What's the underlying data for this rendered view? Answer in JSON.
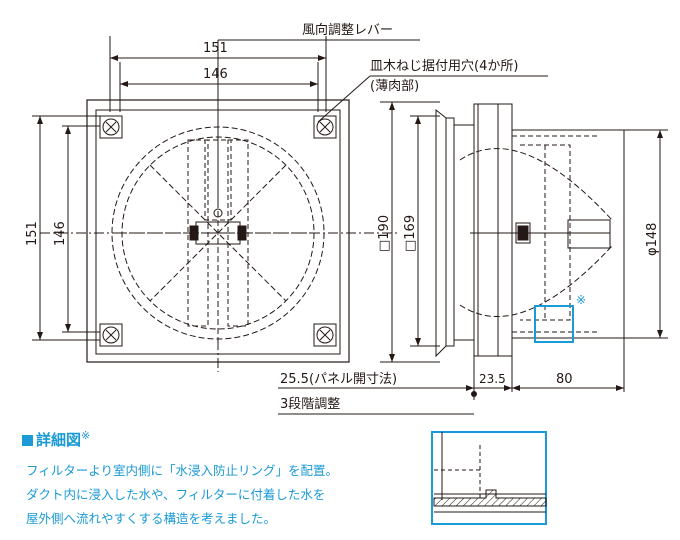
{
  "labels": {
    "lever": "風向調整レバー",
    "screw_hole": "皿木ねじ据付用穴(4か所)",
    "thin_part": "(薄肉部)",
    "asterisk": "※"
  },
  "dimensions": {
    "width_outer": "151",
    "width_inner": "146",
    "height_outer": "151",
    "height_inner": "146",
    "side_190": "□190",
    "side_169": "□169",
    "diameter": "φ148",
    "panel_opening": "25.5(パネル開寸法)",
    "mid": "23.5",
    "depth": "80",
    "steps": "3段階調整"
  },
  "detail": {
    "heading": "詳細図",
    "heading_mark": "※",
    "lines": [
      "フィルターより室内側に「水浸入防止リング」を配置。",
      "ダクト内に浸入した水や、フィルターに付着した水を",
      "屋外側へ流れやすくする構造を考えました。"
    ]
  },
  "colors": {
    "line": "#231815",
    "accent": "#1a9ad6"
  }
}
